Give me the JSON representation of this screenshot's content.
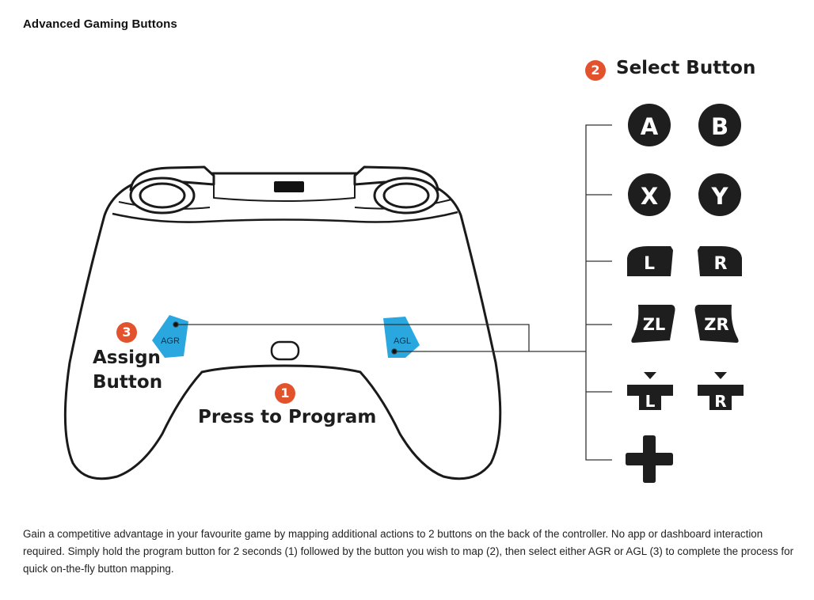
{
  "heading": "Advanced Gaming Buttons",
  "steps": {
    "step1": {
      "number": "1",
      "label": "Press to Program"
    },
    "step2": {
      "number": "2",
      "label": "Select Button"
    },
    "step3": {
      "number": "3",
      "label_line1": "Assign",
      "label_line2": "Button"
    }
  },
  "back_buttons": {
    "right": "AGR",
    "left": "AGL"
  },
  "selectable_buttons": {
    "a": "A",
    "b": "B",
    "x": "X",
    "y": "Y",
    "l": "L",
    "r": "R",
    "zl": "ZL",
    "zr": "ZR",
    "l_stick": "L",
    "r_stick": "R"
  },
  "description": "Gain a competitive advantage in your favourite game by mapping additional actions to 2 buttons on the back of the controller. No app or dashboard interaction required. Simply hold the program button for 2 seconds (1) followed by the button you wish to map (2), then select either AGR or AGL (3) to complete the process for quick on-the-fly button mapping.",
  "colors": {
    "badge": "#e2532d",
    "back_button": "#2aa7df",
    "button_fill": "#1e1e1e",
    "outline": "#1a1a1a"
  }
}
